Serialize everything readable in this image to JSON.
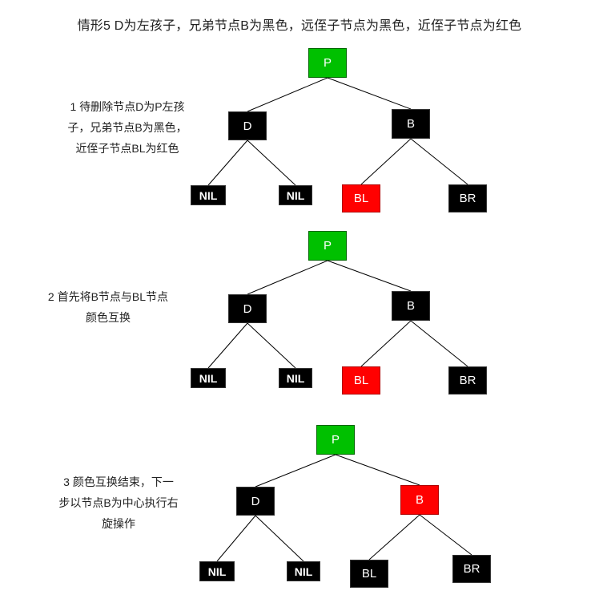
{
  "title": "情形5 D为左孩子，兄弟节点B为黑色，远侄子节点为黑色，近侄子节点为红色",
  "steps": [
    {
      "desc_lines": [
        "1 待删除节点D为P左孩",
        "子，兄弟节点B为黑色，",
        "近侄子节点BL为红色"
      ],
      "nodes": {
        "P": "P",
        "D": "D",
        "B": "B",
        "NIL1": "NIL",
        "NIL2": "NIL",
        "BL": "BL",
        "BR": "BR"
      },
      "colors": {
        "P": "green",
        "D": "black",
        "B": "black",
        "BL": "red",
        "BR": "black"
      }
    },
    {
      "desc_lines": [
        "2 首先将B节点与BL节点",
        "颜色互换"
      ],
      "nodes": {
        "P": "P",
        "D": "D",
        "B": "B",
        "NIL1": "NIL",
        "NIL2": "NIL",
        "BL": "BL",
        "BR": "BR"
      },
      "colors": {
        "P": "green",
        "D": "black",
        "B": "black",
        "BL": "red",
        "BR": "black"
      }
    },
    {
      "desc_lines": [
        "3 颜色互换结束，下一",
        "步以节点B为中心执行右",
        "旋操作"
      ],
      "nodes": {
        "P": "P",
        "D": "D",
        "B": "B",
        "NIL1": "NIL",
        "NIL2": "NIL",
        "BL": "BL",
        "BR": "BR"
      },
      "colors": {
        "P": "green",
        "D": "black",
        "B": "red",
        "BL": "black",
        "BR": "black"
      }
    }
  ],
  "palette": {
    "green": "#00c000",
    "red": "#ff0000",
    "black": "#000000"
  }
}
